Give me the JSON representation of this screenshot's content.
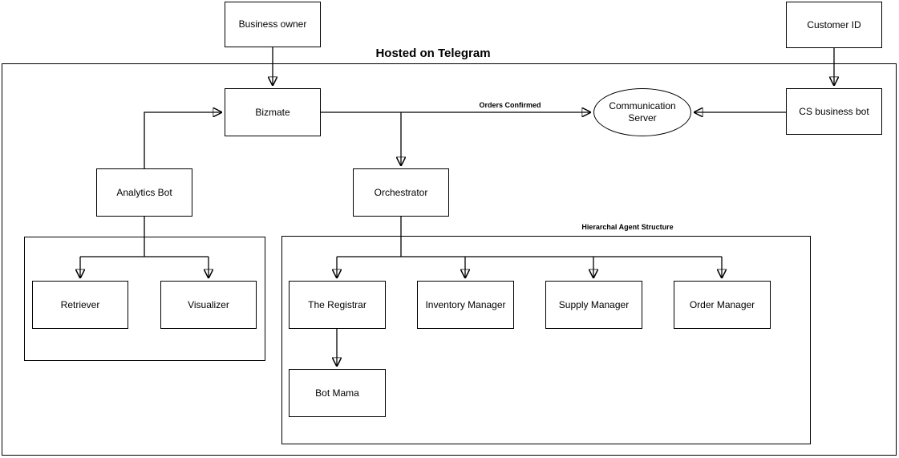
{
  "title": "Hosted on Telegram",
  "external": {
    "business_owner": "Business owner",
    "customer_id": "Customer ID"
  },
  "telegram_container": {
    "bizmate": "Bizmate",
    "communication_server": "Communication Server",
    "cs_business_bot": "CS business bot",
    "analytics_bot": "Analytics Bot",
    "orchestrator": "Orchestrator",
    "analytics_group": {
      "retriever": "Retriever",
      "visualizer": "Visualizer"
    },
    "agent_group": {
      "label": "Hierarchal Agent Structure",
      "the_registrar": "The Registrar",
      "inventory_manager": "Inventory Manager",
      "supply_manager": "Supply Manager",
      "order_manager": "Order Manager",
      "bot_mama": "Bot Mama"
    }
  },
  "edges": {
    "orders_confirmed": "Orders Confirmed"
  },
  "colors": {
    "stroke": "#000000",
    "background": "#ffffff",
    "text": "#000000"
  }
}
